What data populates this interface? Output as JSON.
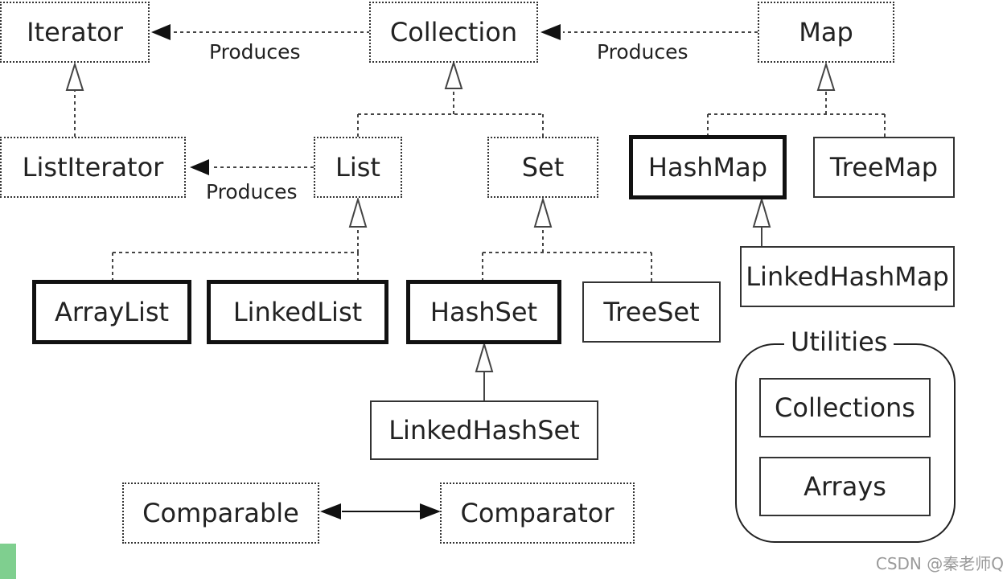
{
  "nodes": {
    "iterator": "Iterator",
    "collection": "Collection",
    "map": "Map",
    "list_iterator": "ListIterator",
    "list": "List",
    "set": "Set",
    "hashmap": "HashMap",
    "treemap": "TreeMap",
    "arraylist": "ArrayList",
    "linkedlist": "LinkedList",
    "hashset": "HashSet",
    "treeset": "TreeSet",
    "linkedhashmap": "LinkedHashMap",
    "linkedhashset": "LinkedHashSet",
    "comparable": "Comparable",
    "comparator": "Comparator"
  },
  "labels": {
    "produces_1": "Produces",
    "produces_2": "Produces",
    "produces_3": "Produces"
  },
  "utilities": {
    "title": "Utilities",
    "items": [
      "Collections",
      "Arrays"
    ]
  },
  "watermark": "CSDN @秦老师Q"
}
